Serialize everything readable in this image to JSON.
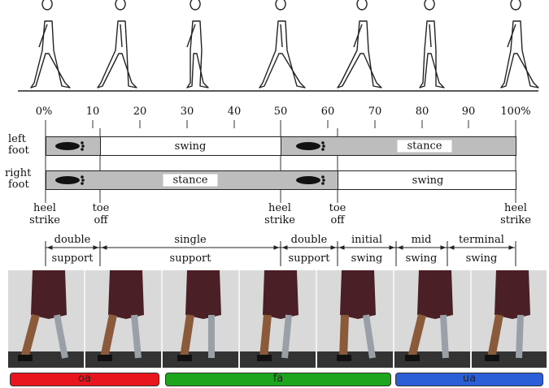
{
  "percent_ticks": [
    "0%",
    "10",
    "20",
    "30",
    "40",
    "50",
    "60",
    "70",
    "80",
    "90",
    "100%"
  ],
  "left_foot": {
    "label_line1": "left",
    "label_line2": "foot",
    "swing": "swing",
    "stance": "stance"
  },
  "right_foot": {
    "label_line1": "right",
    "label_line2": "foot",
    "stance": "stance",
    "swing": "swing"
  },
  "events": {
    "heel_strike_1": [
      "heel",
      "strike"
    ],
    "toe_off_1": [
      "toe",
      "off"
    ],
    "heel_strike_2": [
      "heel",
      "strike"
    ],
    "toe_off_2": [
      "toe",
      "off"
    ],
    "heel_strike_3": [
      "heel",
      "strike"
    ]
  },
  "phases": [
    {
      "top": "double",
      "bottom": "support"
    },
    {
      "top": "single",
      "bottom": "support"
    },
    {
      "top": "double",
      "bottom": "support"
    },
    {
      "top": "initial",
      "bottom": "swing"
    },
    {
      "top": "mid",
      "bottom": "swing"
    },
    {
      "top": "terminal",
      "bottom": "swing"
    }
  ],
  "legend": [
    {
      "label": "oa",
      "color": "#e8141e"
    },
    {
      "label": "fa",
      "color": "#1ea51e"
    },
    {
      "label": "ua",
      "color": "#2a5fd8"
    }
  ]
}
